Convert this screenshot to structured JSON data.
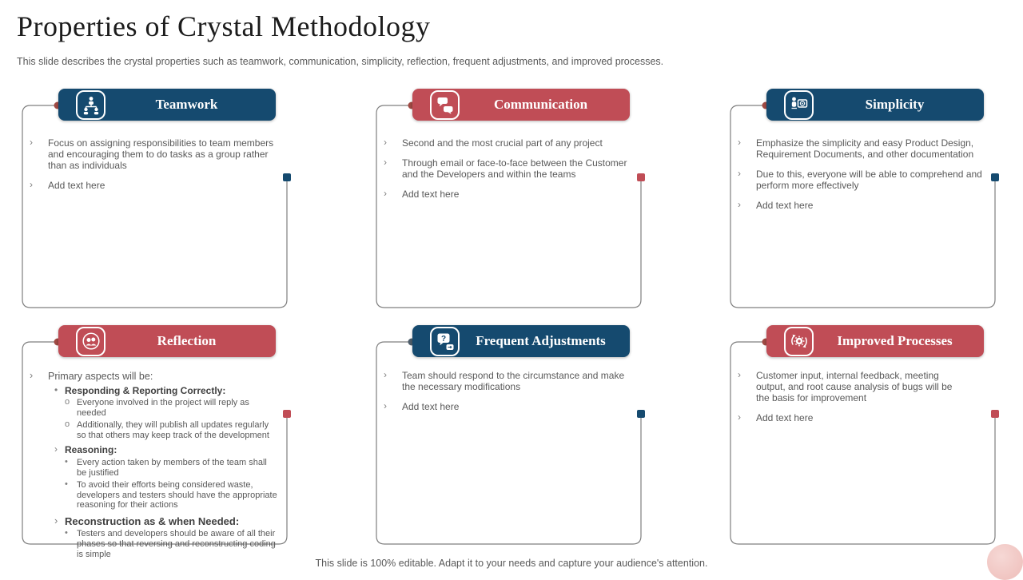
{
  "slide": {
    "title": "Properties of Crystal Methodology",
    "subtitle": "This slide describes the crystal properties such as teamwork, communication, simplicity, reflection, frequent adjustments, and improved processes.",
    "footer": "This slide is 100% editable. Adapt it to your needs and capture your audience's attention."
  },
  "colors": {
    "blue": "#154a6f",
    "red": "#c04d56",
    "dot_red": "#a04a44",
    "dot_slate": "#4d5d6b",
    "line_gray": "#7f7f7f",
    "body_text": "#595959"
  },
  "cards": [
    {
      "title": "Teamwork",
      "theme": "blue",
      "dot": "dot_red",
      "icon": "org-chart-icon",
      "bullets": [
        {
          "m": "›",
          "text": "Focus on assigning responsibilities to team members and encouraging them to do tasks as a group rather than as individuals"
        },
        {
          "m": "›",
          "text": "Add text here"
        }
      ]
    },
    {
      "title": "Communication",
      "theme": "red",
      "dot": "dot_red",
      "icon": "chat-bubbles-icon",
      "bullets": [
        {
          "m": "›",
          "text": "Second and the most crucial part of any project"
        },
        {
          "m": "›",
          "text": "Through email or face-to-face between the Customer and the Developers and within the teams"
        },
        {
          "m": "›",
          "text": "Add text here"
        }
      ]
    },
    {
      "title": "Simplicity",
      "theme": "blue",
      "dot": "dot_red",
      "icon": "person-presentation-icon",
      "bullets": [
        {
          "m": "›",
          "text": "Emphasize the simplicity and easy Product Design, Requirement Documents, and other documentation"
        },
        {
          "m": "›",
          "text": "Due to this, everyone will be able to comprehend and perform more effectively"
        },
        {
          "m": "›",
          "text": "Add text here"
        }
      ]
    },
    {
      "title": "Reflection",
      "theme": "red",
      "dot": "dot_red",
      "icon": "people-circle-icon",
      "bullets": [
        {
          "m": "›",
          "text": "Primary aspects will be:"
        },
        {
          "m": "•",
          "text": "Responding & Reporting Correctly:"
        },
        {
          "m": "o",
          "text": "Everyone involved in the project will reply as needed"
        },
        {
          "m": "o",
          "text": "Additionally, they will publish all updates regularly so that others may keep track of the development"
        },
        {
          "m": "›",
          "text": "Reasoning:"
        },
        {
          "m": "•",
          "text": "Every action taken by members of the team shall be justified"
        },
        {
          "m": "•",
          "text": "To avoid their efforts being considered waste, developers and testers should have the appropriate reasoning for their actions"
        },
        {
          "m": "›",
          "text": "Reconstruction as & when Needed:"
        },
        {
          "m": "•",
          "text": "Testers and developers should be aware of all their phases so that reversing and reconstructing coding is simple"
        }
      ]
    },
    {
      "title": "Frequent Adjustments",
      "theme": "blue",
      "dot": "dot_slate",
      "icon": "question-bubble-icon",
      "bullets": [
        {
          "m": "›",
          "text": "Team should respond to the circumstance and make the necessary modifications"
        },
        {
          "m": "›",
          "text": "Add text here"
        }
      ]
    },
    {
      "title": "Improved Processes",
      "theme": "red",
      "dot": "dot_red",
      "icon": "gear-refresh-icon",
      "bullets": [
        {
          "m": "›",
          "text": "Customer input, internal feedback, meeting output, and root cause analysis of bugs will be the basis for improvement"
        },
        {
          "m": "›",
          "text": "Add text here"
        }
      ]
    }
  ]
}
